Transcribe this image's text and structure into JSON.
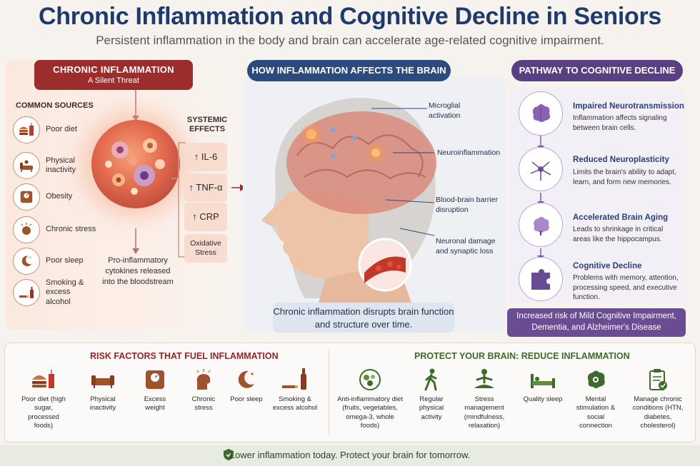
{
  "header": {
    "title": "Chronic Inflammation and Cognitive Decline in Seniors",
    "subtitle": "Persistent inflammation in the body and brain can accelerate age-related cognitive impairment."
  },
  "left": {
    "header_title": "CHRONIC INFLAMMATION",
    "header_subtitle": "A Silent Threat",
    "common_sources_label": "COMMON SOURCES",
    "sources": [
      {
        "label": "Poor diet",
        "icon": "burger-drink-icon"
      },
      {
        "label": "Physical inactivity",
        "icon": "couch-person-icon"
      },
      {
        "label": "Obesity",
        "icon": "scale-icon"
      },
      {
        "label": "Chronic stress",
        "icon": "stressed-head-icon"
      },
      {
        "label": "Poor sleep",
        "icon": "moon-star-icon"
      },
      {
        "label": "Smoking & excess alcohol",
        "icon": "cigarette-bottle-icon"
      }
    ],
    "cytokine_text": "Pro-inflammatory cytokines released into the bloodstream",
    "systemic_title": "SYSTEMIC EFFECTS",
    "systemic_effects": [
      "↑ IL-6",
      "↑ TNF-α",
      "↑ CRP",
      "Oxidative Stress"
    ]
  },
  "center": {
    "header": "HOW INFLAMMATION AFFECTS THE BRAIN",
    "labels": {
      "microglial": "Microglial activation",
      "neuroinflammation": "Neuroinflammation",
      "bbb": "Blood-brain barrier disruption",
      "neuronal": "Neuronal damage and synaptic loss"
    },
    "note": "Chronic inflammation disrupts brain function and structure over time."
  },
  "right": {
    "header": "PATHWAY TO COGNITIVE DECLINE",
    "steps": [
      {
        "title": "Impaired Neurotransmission",
        "desc": "Inflammation affects signaling between brain cells."
      },
      {
        "title": "Reduced Neuroplasticity",
        "desc": "Limits the brain's ability to adapt, learn, and form new memories."
      },
      {
        "title": "Accelerated Brain Aging",
        "desc": "Leads to shrinkage in critical areas like the hippocampus."
      },
      {
        "title": "Cognitive Decline",
        "desc": "Problems with memory, attention, processing speed, and executive function."
      }
    ],
    "risk_box": "Increased risk of Mild Cognitive Impairment, Dementia, and Alzheimer's Disease"
  },
  "bottom": {
    "risk_title": "RISK FACTORS THAT FUEL INFLAMMATION",
    "risk_items": [
      "Poor diet (high sugar, processed foods)",
      "Physical inactivity",
      "Excess weight",
      "Chronic stress",
      "Poor sleep",
      "Smoking & excess alcohol"
    ],
    "protect_title": "PROTECT YOUR BRAIN: REDUCE INFLAMMATION",
    "protect_items": [
      "Anti-inflammatory diet (fruits, vegetables, omega-3, whole foods)",
      "Regular physical activity",
      "Stress management (mindfulness, relaxation)",
      "Quality sleep",
      "Mental stimulation & social connection",
      "Manage chronic conditions (HTN, diabetes, cholesterol)"
    ],
    "footer": "Lower inflammation today. Protect your brain for tomorrow."
  },
  "colors": {
    "title": "#1f3b6e",
    "inflammation_red": "#9b2d2d",
    "brain_blue": "#2b4a7e",
    "pathway_purple": "#5a3f82",
    "protect_green": "#3e6a2e"
  }
}
